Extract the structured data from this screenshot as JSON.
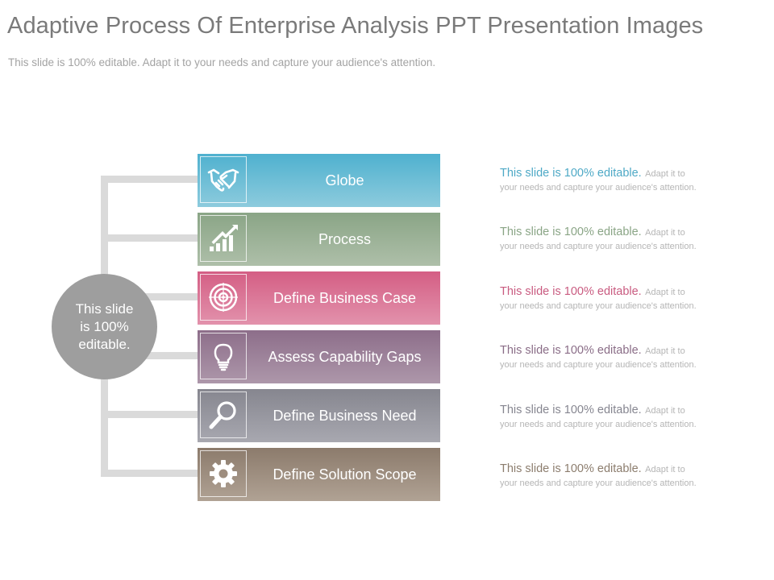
{
  "header": {
    "title": "Adaptive Process Of Enterprise Analysis PPT Presentation Images",
    "subtitle": "This slide is 100% editable. Adapt it to your needs and capture your audience's attention."
  },
  "center": {
    "label": "This slide is 100% editable."
  },
  "steps": [
    {
      "label": "Globe",
      "icon": "handshake-icon",
      "color_top": "#4fb1cf",
      "color_bottom": "#8dcbdd",
      "desc_head": "This slide is 100% editable.",
      "desc_rest": "Adapt it to",
      "desc_line2": "your needs and capture your audience's attention.",
      "desc_color": "#4ea9c6"
    },
    {
      "label": "Process",
      "icon": "growth-chart-icon",
      "color_top": "#8aa586",
      "color_bottom": "#aebfa9",
      "desc_head": "This slide is 100% editable.",
      "desc_rest": "Adapt it to",
      "desc_line2": "your needs and capture your audience's attention.",
      "desc_color": "#8aa586"
    },
    {
      "label": "Define Business Case",
      "icon": "target-icon",
      "color_top": "#d45e84",
      "color_bottom": "#e292ac",
      "desc_head": "This slide is 100% editable.",
      "desc_rest": "Adapt it to",
      "desc_line2": "your needs and capture your audience's attention.",
      "desc_color": "#c95b80"
    },
    {
      "label": "Assess Capability Gaps",
      "icon": "lightbulb-icon",
      "color_top": "#8d6e8a",
      "color_bottom": "#ad97aa",
      "desc_head": "This slide is 100% editable.",
      "desc_rest": "Adapt it to",
      "desc_line2": "your needs and capture your audience's attention.",
      "desc_color": "#8a6d87"
    },
    {
      "label": "Define Business Need",
      "icon": "magnifier-icon",
      "color_top": "#86868f",
      "color_bottom": "#a8a8b0",
      "desc_head": "This slide is 100% editable.",
      "desc_rest": "Adapt it to",
      "desc_line2": "your needs and capture your audience's attention.",
      "desc_color": "#868690"
    },
    {
      "label": "Define Solution Scope",
      "icon": "gear-icon",
      "color_top": "#8c7b6c",
      "color_bottom": "#b0a294",
      "desc_head": "This slide is 100% editable.",
      "desc_rest": "Adapt it to",
      "desc_line2": "your needs and capture your audience's attention.",
      "desc_color": "#8c7d6e"
    }
  ]
}
